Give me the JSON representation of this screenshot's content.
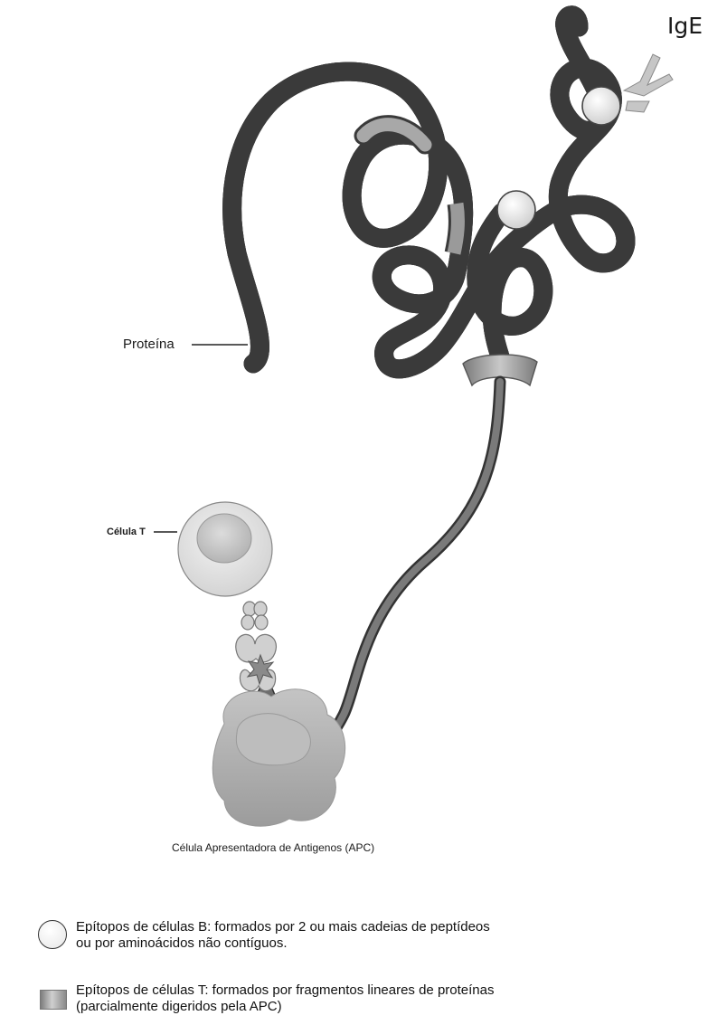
{
  "labels": {
    "ige": "IgE",
    "protein": "Proteína",
    "t_cell": "Célula T",
    "apc": "Célula Apresentadora de Antigenos (APC)"
  },
  "legend": [
    {
      "symbol": "circle-icon",
      "line1": "Epítopos de células B: formados por 2 ou mais cadeias de peptídeos",
      "line2": "ou por aminoácidos não contíguos."
    },
    {
      "symbol": "shaded-rectangle-icon",
      "line1": "Epítopos de células T: formados por fragmentos lineares de proteínas",
      "line2": "(parcialmente digeridos pela APC)"
    }
  ],
  "colors": {
    "tube_outline": "#3a3a3a",
    "tube_fill": "#efefef",
    "t_epitope": "#8c8c8c",
    "arrow": "#555555",
    "cell_fill": "#dcdcdc",
    "nucleus_fill": "#bdbdbd",
    "apc_fill": "#a9a9a9"
  }
}
